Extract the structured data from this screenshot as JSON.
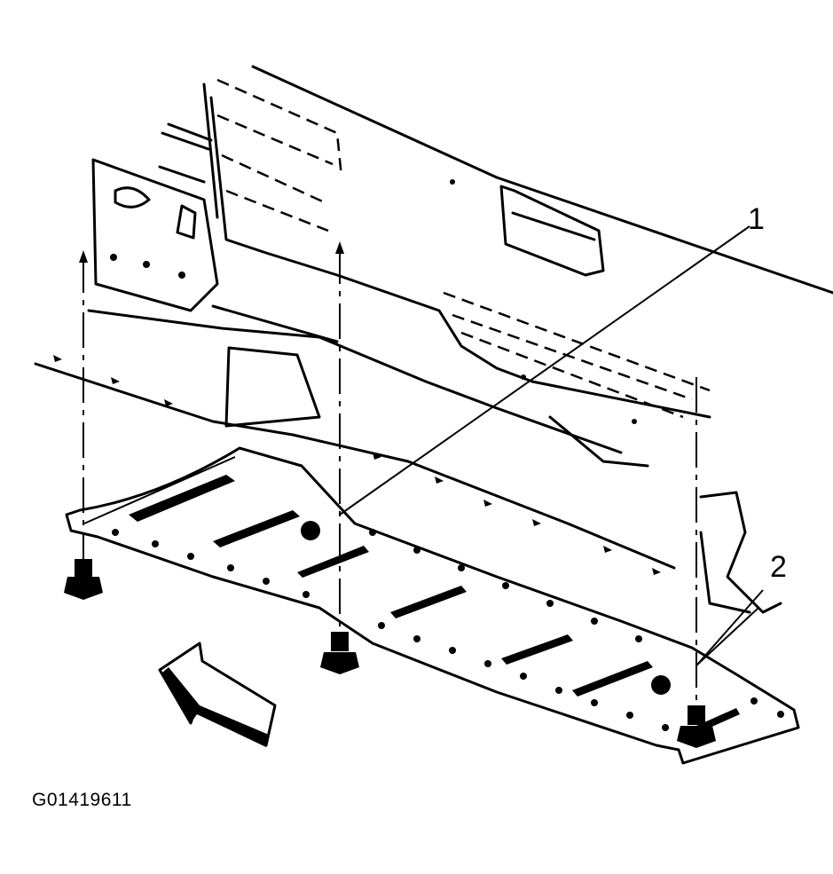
{
  "callouts": {
    "one": "1",
    "two": "2"
  },
  "figure_id": "G01419611",
  "colors": {
    "ink": "#000000",
    "paper": "#ffffff"
  }
}
